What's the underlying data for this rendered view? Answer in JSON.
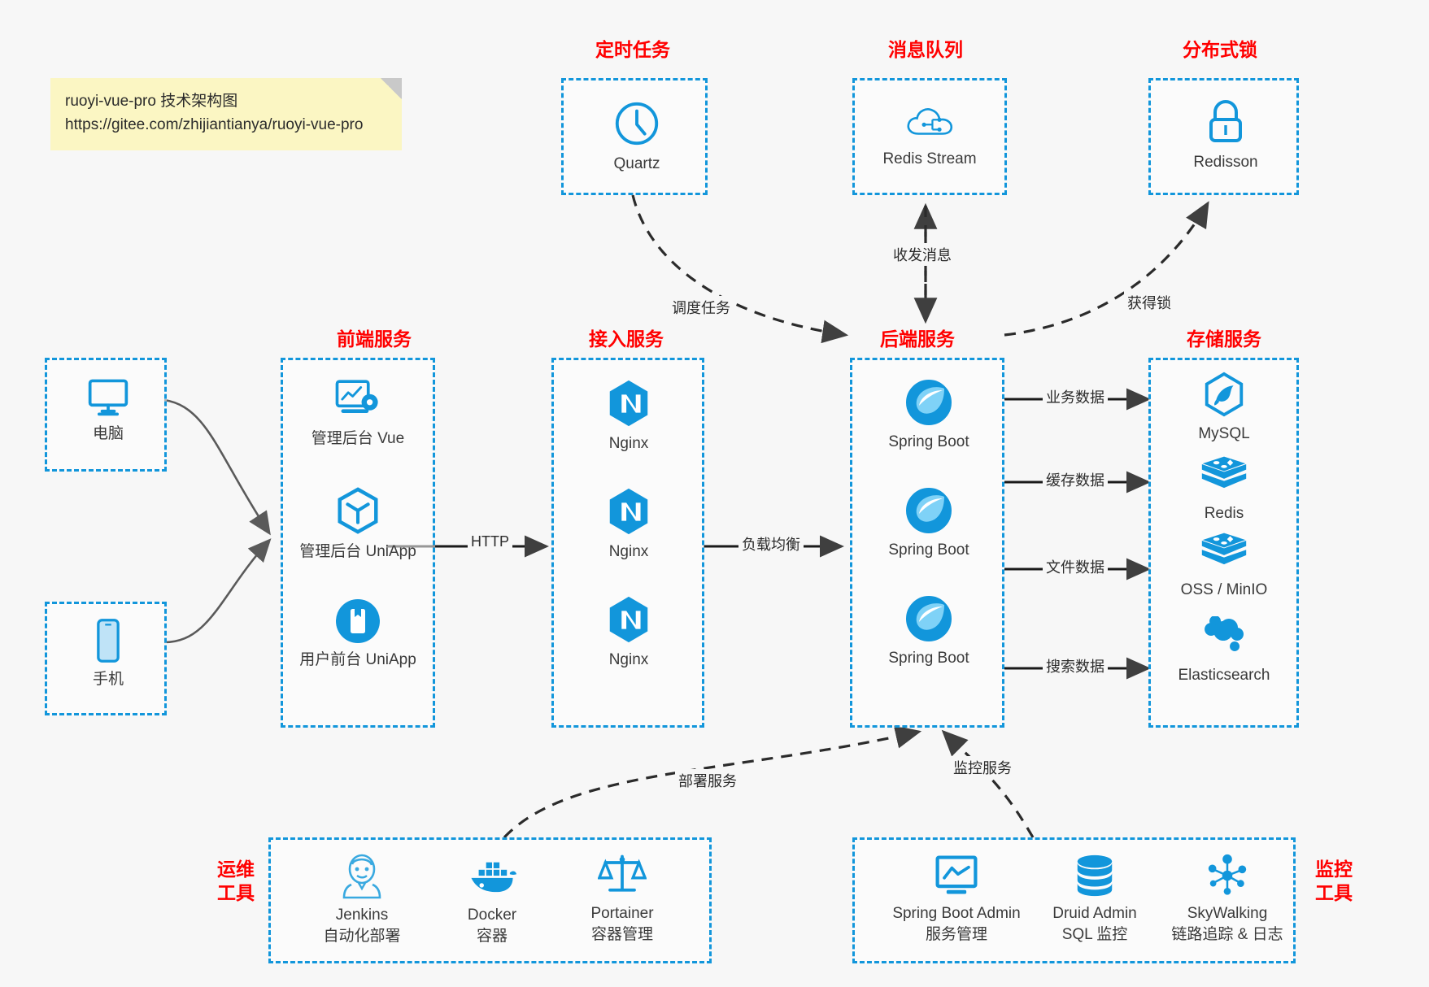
{
  "note": {
    "line1": "ruoyi-vue-pro 技术架构图",
    "line2": "https://gitee.com/zhijiantianya/ruoyi-vue-pro"
  },
  "colors": {
    "group_border": "#1296db",
    "group_title": "#ff0000",
    "icon_blue": "#1296db",
    "background": "#f7f7f7",
    "note_bg": "#fbf6c3",
    "arrow": "#3f3f3f"
  },
  "groups": {
    "scheduled_task": {
      "title": "定时任务",
      "nodes": [
        {
          "label": "Quartz",
          "icon": "clock-icon"
        }
      ]
    },
    "message_queue": {
      "title": "消息队列",
      "nodes": [
        {
          "label": "Redis Stream",
          "icon": "cloud-network-icon"
        }
      ]
    },
    "distributed_lock": {
      "title": "分布式锁",
      "nodes": [
        {
          "label": "Redisson",
          "icon": "lock-icon"
        }
      ]
    },
    "clients": {
      "nodes": [
        {
          "label": "电脑",
          "icon": "desktop-monitor-icon"
        },
        {
          "label": "手机",
          "icon": "mobile-phone-icon"
        }
      ]
    },
    "frontend": {
      "title": "前端服务",
      "nodes": [
        {
          "label": "管理后台 Vue",
          "icon": "dashboard-settings-icon"
        },
        {
          "label": "管理后台 UniApp",
          "icon": "cube-hexagon-icon"
        },
        {
          "label": "用户前台 UniApp",
          "icon": "app-book-icon"
        }
      ]
    },
    "gateway": {
      "title": "接入服务",
      "nodes": [
        {
          "label": "Nginx",
          "icon": "nginx-icon"
        },
        {
          "label": "Nginx",
          "icon": "nginx-icon"
        },
        {
          "label": "Nginx",
          "icon": "nginx-icon"
        }
      ]
    },
    "backend": {
      "title": "后端服务",
      "nodes": [
        {
          "label": "Spring Boot",
          "icon": "spring-boot-icon"
        },
        {
          "label": "Spring Boot",
          "icon": "spring-boot-icon"
        },
        {
          "label": "Spring Boot",
          "icon": "spring-boot-icon"
        }
      ]
    },
    "storage": {
      "title": "存储服务",
      "nodes": [
        {
          "label": "MySQL",
          "icon": "mysql-dolphin-icon"
        },
        {
          "label": "Redis",
          "icon": "redis-stack-icon"
        },
        {
          "label": "OSS / MinIO",
          "icon": "object-storage-stack-icon"
        },
        {
          "label": "Elasticsearch",
          "icon": "elasticsearch-icon"
        }
      ]
    },
    "devops": {
      "title_line1": "运维",
      "title_line2": "工具",
      "nodes": [
        {
          "label": "Jenkins",
          "sub": "自动化部署",
          "icon": "jenkins-butler-icon"
        },
        {
          "label": "Docker",
          "sub": "容器",
          "icon": "docker-whale-icon"
        },
        {
          "label": "Portainer",
          "sub": "容器管理",
          "icon": "scales-balance-icon"
        }
      ]
    },
    "monitoring": {
      "title_line1": "监控",
      "title_line2": "工具",
      "nodes": [
        {
          "label": "Spring Boot Admin",
          "sub": "服务管理",
          "icon": "monitor-chart-icon"
        },
        {
          "label": "Druid Admin",
          "sub": "SQL 监控",
          "icon": "database-cylinder-icon"
        },
        {
          "label": "SkyWalking",
          "sub": "链路追踪 & 日志",
          "icon": "node-graph-icon"
        }
      ]
    }
  },
  "edges": [
    {
      "id": "schedule-task",
      "label": "调度任务",
      "from": "scheduled_task",
      "to": "backend",
      "style": "dashed"
    },
    {
      "id": "send-receive-message",
      "label": "收发消息",
      "from": "backend",
      "to": "message_queue",
      "style": "dashed",
      "bidirectional": true
    },
    {
      "id": "acquire-lock",
      "label": "获得锁",
      "from": "backend",
      "to": "distributed_lock",
      "style": "dashed"
    },
    {
      "id": "http",
      "label": "HTTP",
      "from": "frontend",
      "to": "gateway",
      "style": "solid"
    },
    {
      "id": "load-balance",
      "label": "负载均衡",
      "from": "gateway",
      "to": "backend",
      "style": "solid"
    },
    {
      "id": "business-data",
      "label": "业务数据",
      "from": "backend",
      "to": "storage",
      "style": "solid"
    },
    {
      "id": "cache-data",
      "label": "缓存数据",
      "from": "backend",
      "to": "storage",
      "style": "solid"
    },
    {
      "id": "file-data",
      "label": "文件数据",
      "from": "backend",
      "to": "storage",
      "style": "solid"
    },
    {
      "id": "search-data",
      "label": "搜索数据",
      "from": "backend",
      "to": "storage",
      "style": "solid"
    },
    {
      "id": "deploy-service",
      "label": "部署服务",
      "from": "devops",
      "to": "backend",
      "style": "dashed"
    },
    {
      "id": "monitor-service",
      "label": "监控服务",
      "from": "monitoring",
      "to": "backend",
      "style": "dashed"
    }
  ]
}
